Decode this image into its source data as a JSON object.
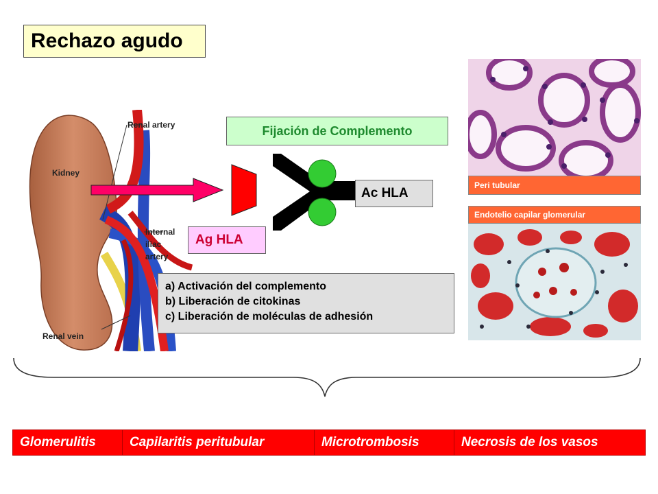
{
  "title": "Rechazo agudo",
  "kidney_labels": {
    "kidney": "Kidney",
    "renal_artery": "Renal artery",
    "internal_iliac_artery_1": "Internal",
    "internal_iliac_artery_2": "iliac",
    "internal_iliac_artery_3": "artery",
    "renal_vein": "Renal vein"
  },
  "complement_fixation": "Fijación de Complemento",
  "antibody_label": "Ac HLA",
  "antigen_label": "Ag HLA",
  "mechanisms": [
    "a) Activación del complemento",
    "b) Liberación de citokinas",
    "c) Liberación de moléculas de adhesión"
  ],
  "histology": {
    "peritubular_caption": "Peri tubular",
    "glomerular_caption": "Endotelio capilar glomerular"
  },
  "lesions": [
    "Glomerulitis",
    "Capilaritis peritubular",
    "Microtrombosis",
    "Necrosis de los vasos"
  ],
  "colors": {
    "title_bg": "#ffffcc",
    "complement_text": "#1e8a2e",
    "complement_bg": "#ccffcc",
    "antigen_text": "#cc0033",
    "antigen_bg": "#ffccff",
    "caption_bg": "#ff6633",
    "lesion_bg": "#ff0000",
    "arrow": "#ff0066",
    "antigen_shape": "#ff0000",
    "complement_circle": "#33cc33"
  }
}
